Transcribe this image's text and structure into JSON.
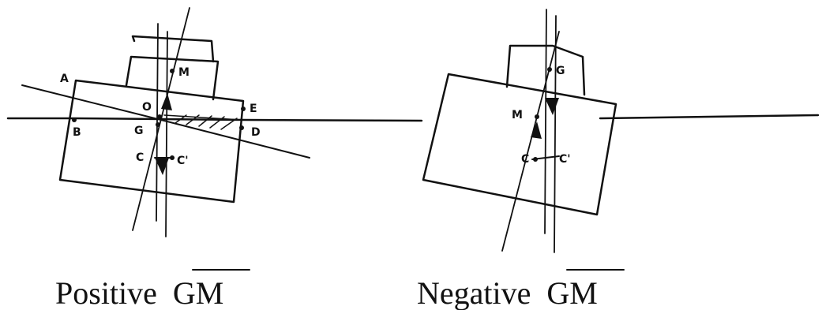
{
  "figures": [
    {
      "caption_word": "Positive",
      "caption_symbol": "GM",
      "labels": {
        "A": "A",
        "M": "M",
        "O": "O",
        "E": "E",
        "B": "B",
        "G": "G",
        "D": "D",
        "C": "C",
        "C_prime": "C'"
      }
    },
    {
      "caption_word": "Negative",
      "caption_symbol": "GM",
      "labels": {
        "G": "G",
        "M": "M",
        "C": "C",
        "C_prime": "C'"
      }
    }
  ]
}
